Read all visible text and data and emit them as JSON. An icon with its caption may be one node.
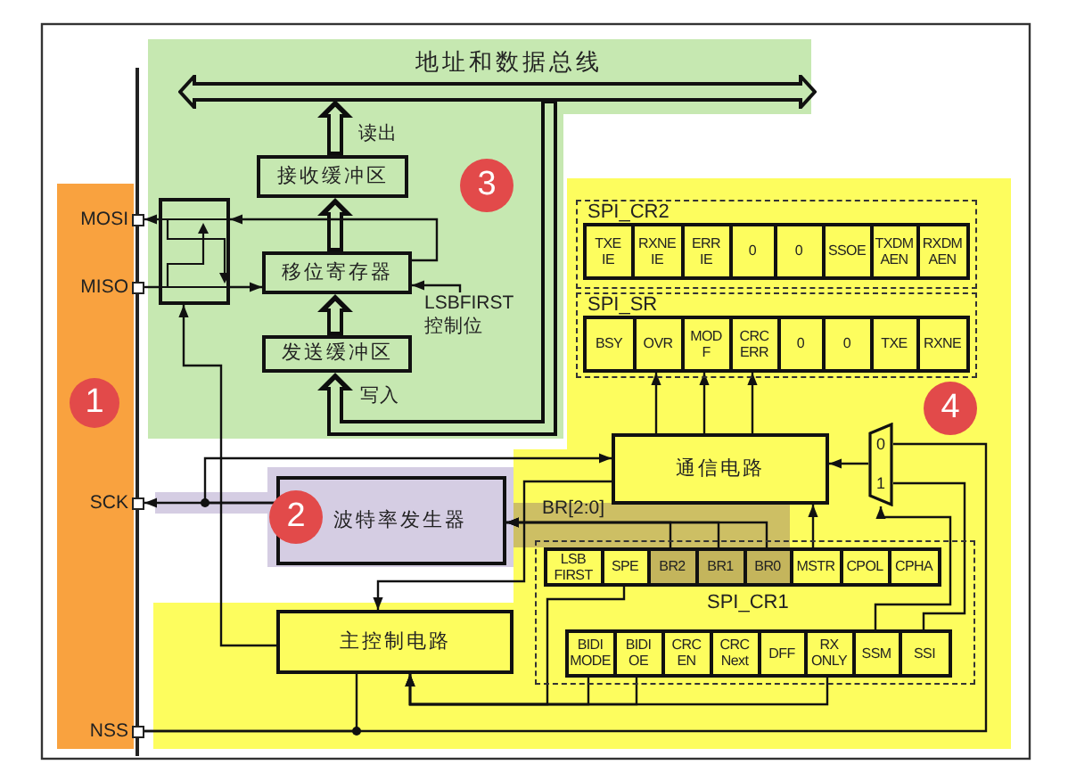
{
  "diagram": {
    "nodes": [
      {
        "text": [
          "地址和数据总线"
        ]
      },
      {
        "text": [
          "接收缓冲区"
        ]
      },
      {
        "text": [
          "3"
        ]
      },
      {
        "text": [],
        "shape": "box",
        "beside": [
          "MOSI"
        ]
      },
      {
        "text": [],
        "shape": "box"
      },
      {
        "text": [
          "移位寄存器"
        ]
      },
      {
        "text": [],
        "shape": "box",
        "beside": [
          "MISO"
        ]
      },
      {
        "text": [
          "LSBFIRST 控制位"
        ]
      },
      {
        "text": [
          "发送缓冲区"
        ]
      },
      {
        "text": [
          "SPI_CR2"
        ]
      },
      {
        "text": [
          "TXE IE"
        ],
        "in": 9
      },
      {
        "text": [
          "RXNE IE"
        ],
        "in": 9
      },
      {
        "text": [
          "ERR IE"
        ],
        "in": 9
      },
      {
        "text": [
          "0"
        ],
        "in": 9
      },
      {
        "text": [
          "0"
        ],
        "in": 9
      },
      {
        "text": [
          "SSOE"
        ],
        "in": 9
      },
      {
        "text": [
          "TXDM AEN"
        ],
        "in": 9
      },
      {
        "text": [
          "RXDM AEN"
        ],
        "in": 9
      },
      {
        "text": [
          "SPI_SR"
        ]
      },
      {
        "text": [
          "BSY"
        ],
        "in": 18
      },
      {
        "text": [
          "OVR"
        ],
        "in": 18
      },
      {
        "text": [
          "MOD F"
        ],
        "in": 18
      },
      {
        "text": [
          "CRC ERR"
        ],
        "in": 18
      },
      {
        "text": [
          "0"
        ],
        "in": 18
      },
      {
        "text": [
          "0"
        ],
        "in": 18
      },
      {
        "text": [
          "TXE"
        ],
        "in": 18
      },
      {
        "text": [
          "RXNE"
        ],
        "in": 18
      },
      {
        "text": [
          "1"
        ]
      },
      {
        "text": [
          "4"
        ]
      },
      {
        "text": [
          "通信电路"
        ]
      },
      {
        "text": [
          "0",
          "1"
        ]
      },
      {
        "text": [],
        "shape": "box",
        "beside": [
          "SCK"
        ]
      },
      {
        "text": [
          "波特率发生器"
        ]
      },
      {
        "text": [
          "2"
        ]
      },
      {
        "text": [
          "SPI_CR1"
        ]
      },
      {
        "text": [
          "LSB FIRST"
        ],
        "in": 34
      },
      {
        "text": [
          "SPE"
        ],
        "in": 34
      },
      {
        "text": [
          "BR2"
        ],
        "in": 34
      },
      {
        "text": [
          "BR1"
        ],
        "in": 34
      },
      {
        "text": [
          "BR0"
        ],
        "in": 34
      },
      {
        "text": [
          "MSTR"
        ],
        "in": 34
      },
      {
        "text": [
          "CPOL"
        ],
        "in": 34
      },
      {
        "text": [
          "CPHA"
        ],
        "in": 34
      },
      {
        "text": [
          "主控制电路"
        ]
      },
      {
        "text": [
          "BIDI MODE"
        ],
        "in": 34
      },
      {
        "text": [
          "BIDI OE"
        ],
        "in": 34
      },
      {
        "text": [
          "CRC EN"
        ],
        "in": 34
      },
      {
        "text": [
          "CRC Next"
        ],
        "in": 34
      },
      {
        "text": [
          "DFF"
        ],
        "in": 34
      },
      {
        "text": [
          "RX ONLY"
        ],
        "in": 34
      },
      {
        "text": [
          "SSM"
        ],
        "in": 34
      },
      {
        "text": [
          "SSI"
        ],
        "in": 34
      },
      {
        "text": [],
        "shape": "box",
        "beside": [
          "NSS"
        ]
      }
    ],
    "edges": [
      {
        "from": 1,
        "to": 0,
        "arrow": "to",
        "style": "thick",
        "label": "读出"
      },
      {
        "from": 5,
        "to": 1,
        "arrow": "to",
        "style": "thick"
      },
      {
        "from": 8,
        "to": 5,
        "arrow": "to",
        "style": "thick"
      },
      {
        "from": 0,
        "to": 8,
        "arrow": "to",
        "style": "thick",
        "label": "写入"
      },
      {
        "from": 4,
        "to": 3,
        "arrow": "to"
      },
      {
        "from": 6,
        "to": 4,
        "arrow": "none"
      },
      {
        "from": 4,
        "to": 5,
        "arrow": "to"
      },
      {
        "from": 5,
        "to": 4,
        "arrow": "to"
      },
      {
        "from": 7,
        "to": 5,
        "arrow": "to"
      },
      {
        "from": 43,
        "to": 4,
        "arrow": "to"
      },
      {
        "from": 32,
        "to": 31,
        "arrow": "to"
      },
      {
        "from": 32,
        "to": 29,
        "arrow": "to"
      },
      {
        "from": 29,
        "to": 43,
        "arrow": "to"
      },
      {
        "from": 29,
        "to": 20,
        "arrow": "to"
      },
      {
        "from": 29,
        "to": 21,
        "arrow": "to"
      },
      {
        "from": 29,
        "to": 22,
        "arrow": "to"
      },
      {
        "from": 37,
        "to": 32,
        "arrow": "to",
        "label": "BR[2:0]"
      },
      {
        "from": 38,
        "to": 32,
        "arrow": "to"
      },
      {
        "from": 39,
        "to": 32,
        "arrow": "to"
      },
      {
        "from": 40,
        "to": 29,
        "arrow": "to"
      },
      {
        "from": 30,
        "to": 29,
        "arrow": "to"
      },
      {
        "from": 52,
        "to": 30,
        "arrow": "none"
      },
      {
        "from": 51,
        "to": 30,
        "arrow": "none"
      },
      {
        "from": 50,
        "to": 30,
        "arrow": "to"
      },
      {
        "from": 43,
        "to": 52,
        "arrow": "none"
      },
      {
        "from": 36,
        "to": 43,
        "arrow": "to"
      },
      {
        "from": 44,
        "to": 43,
        "arrow": "to"
      },
      {
        "from": 45,
        "to": 43,
        "arrow": "to"
      },
      {
        "from": 49,
        "to": 43,
        "arrow": "to"
      }
    ]
  }
}
